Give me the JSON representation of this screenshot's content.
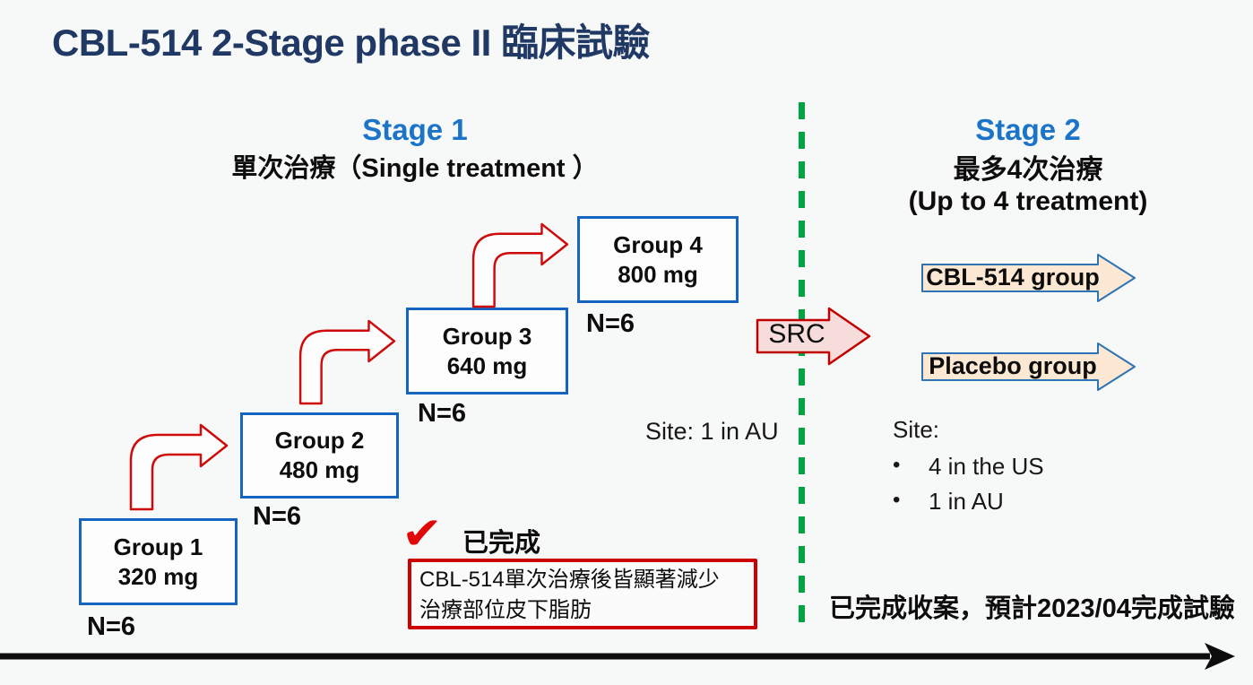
{
  "title": "CBL-514 2-Stage phase II 臨床試驗",
  "stage1": {
    "label": "Stage 1",
    "subtitle": "單次治療（Single treatment ）",
    "groups": [
      {
        "name": "Group 1",
        "dose": "320 mg",
        "n": "N=6"
      },
      {
        "name": "Group 2",
        "dose": "480 mg",
        "n": "N=6"
      },
      {
        "name": "Group 3",
        "dose": "640 mg",
        "n": "N=6"
      },
      {
        "name": "Group 4",
        "dose": "800 mg",
        "n": "N=6"
      }
    ],
    "site": "Site: 1 in AU",
    "completed_label": "已完成",
    "result_line1": "CBL-514單次治療後皆顯著減少",
    "result_line2": "治療部位皮下脂肪"
  },
  "src_label": "SRC",
  "stage2": {
    "label": "Stage 2",
    "subtitle_zh": "最多4次治療",
    "subtitle_en": "(Up to 4 treatment)",
    "arms": [
      {
        "label": "CBL-514 group"
      },
      {
        "label": "Placebo group"
      }
    ],
    "site_title": "Site:",
    "site_items": [
      "4 in the US",
      "1 in AU"
    ],
    "status_note": "已完成收案，預計2023/04完成試驗"
  },
  "icons": {
    "check": "✔",
    "bullet": "•"
  },
  "colors": {
    "title_navy": "#1f3864",
    "stage_blue": "#1b74c7",
    "box_border_blue": "#1565c0",
    "arm_border_blue": "#2e74b5",
    "red": "#cc0000",
    "check_red": "#e10808",
    "green_divider": "#00a443",
    "src_fill": "#f6dddc",
    "arm_fill": "#fde8d3"
  }
}
